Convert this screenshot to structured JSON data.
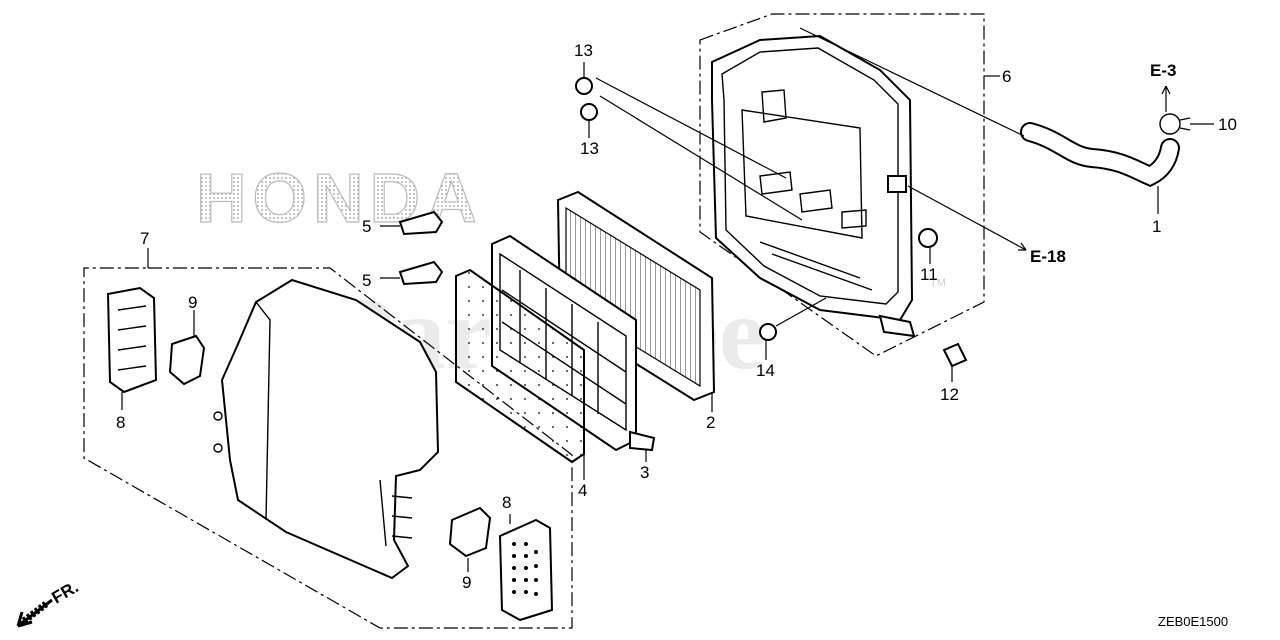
{
  "brand_text": "HONDA",
  "watermark_text": "PartsTree",
  "watermark_tm": "TM",
  "diagram_code": "ZEB0E1500",
  "front_label": "FR.",
  "references": {
    "e3": "E-3",
    "e18": "E-18"
  },
  "callouts": {
    "p1": "1",
    "p2": "2",
    "p3": "3",
    "p4": "4",
    "p5a": "5",
    "p5b": "5",
    "p6": "6",
    "p7": "7",
    "p8a": "8",
    "p8b": "8",
    "p9a": "9",
    "p9b": "9",
    "p10": "10",
    "p11": "11",
    "p12": "12",
    "p13a": "13",
    "p13b": "13",
    "p14": "14"
  }
}
